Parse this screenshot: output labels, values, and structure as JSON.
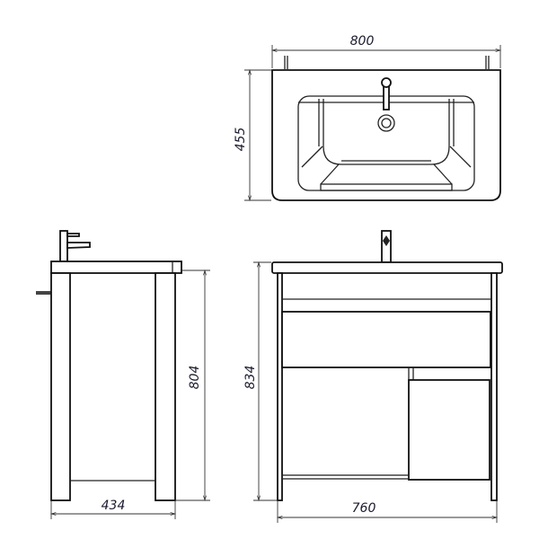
{
  "dimensions": {
    "top_width": "800",
    "top_depth": "455",
    "side_height": "804",
    "side_depth": "434",
    "front_height": "834",
    "front_width": "760"
  },
  "views": [
    "top-view",
    "side-view",
    "front-view"
  ],
  "colors": {
    "line": "#222222",
    "dimension_text": "#1a1a2e",
    "background": "#ffffff"
  }
}
